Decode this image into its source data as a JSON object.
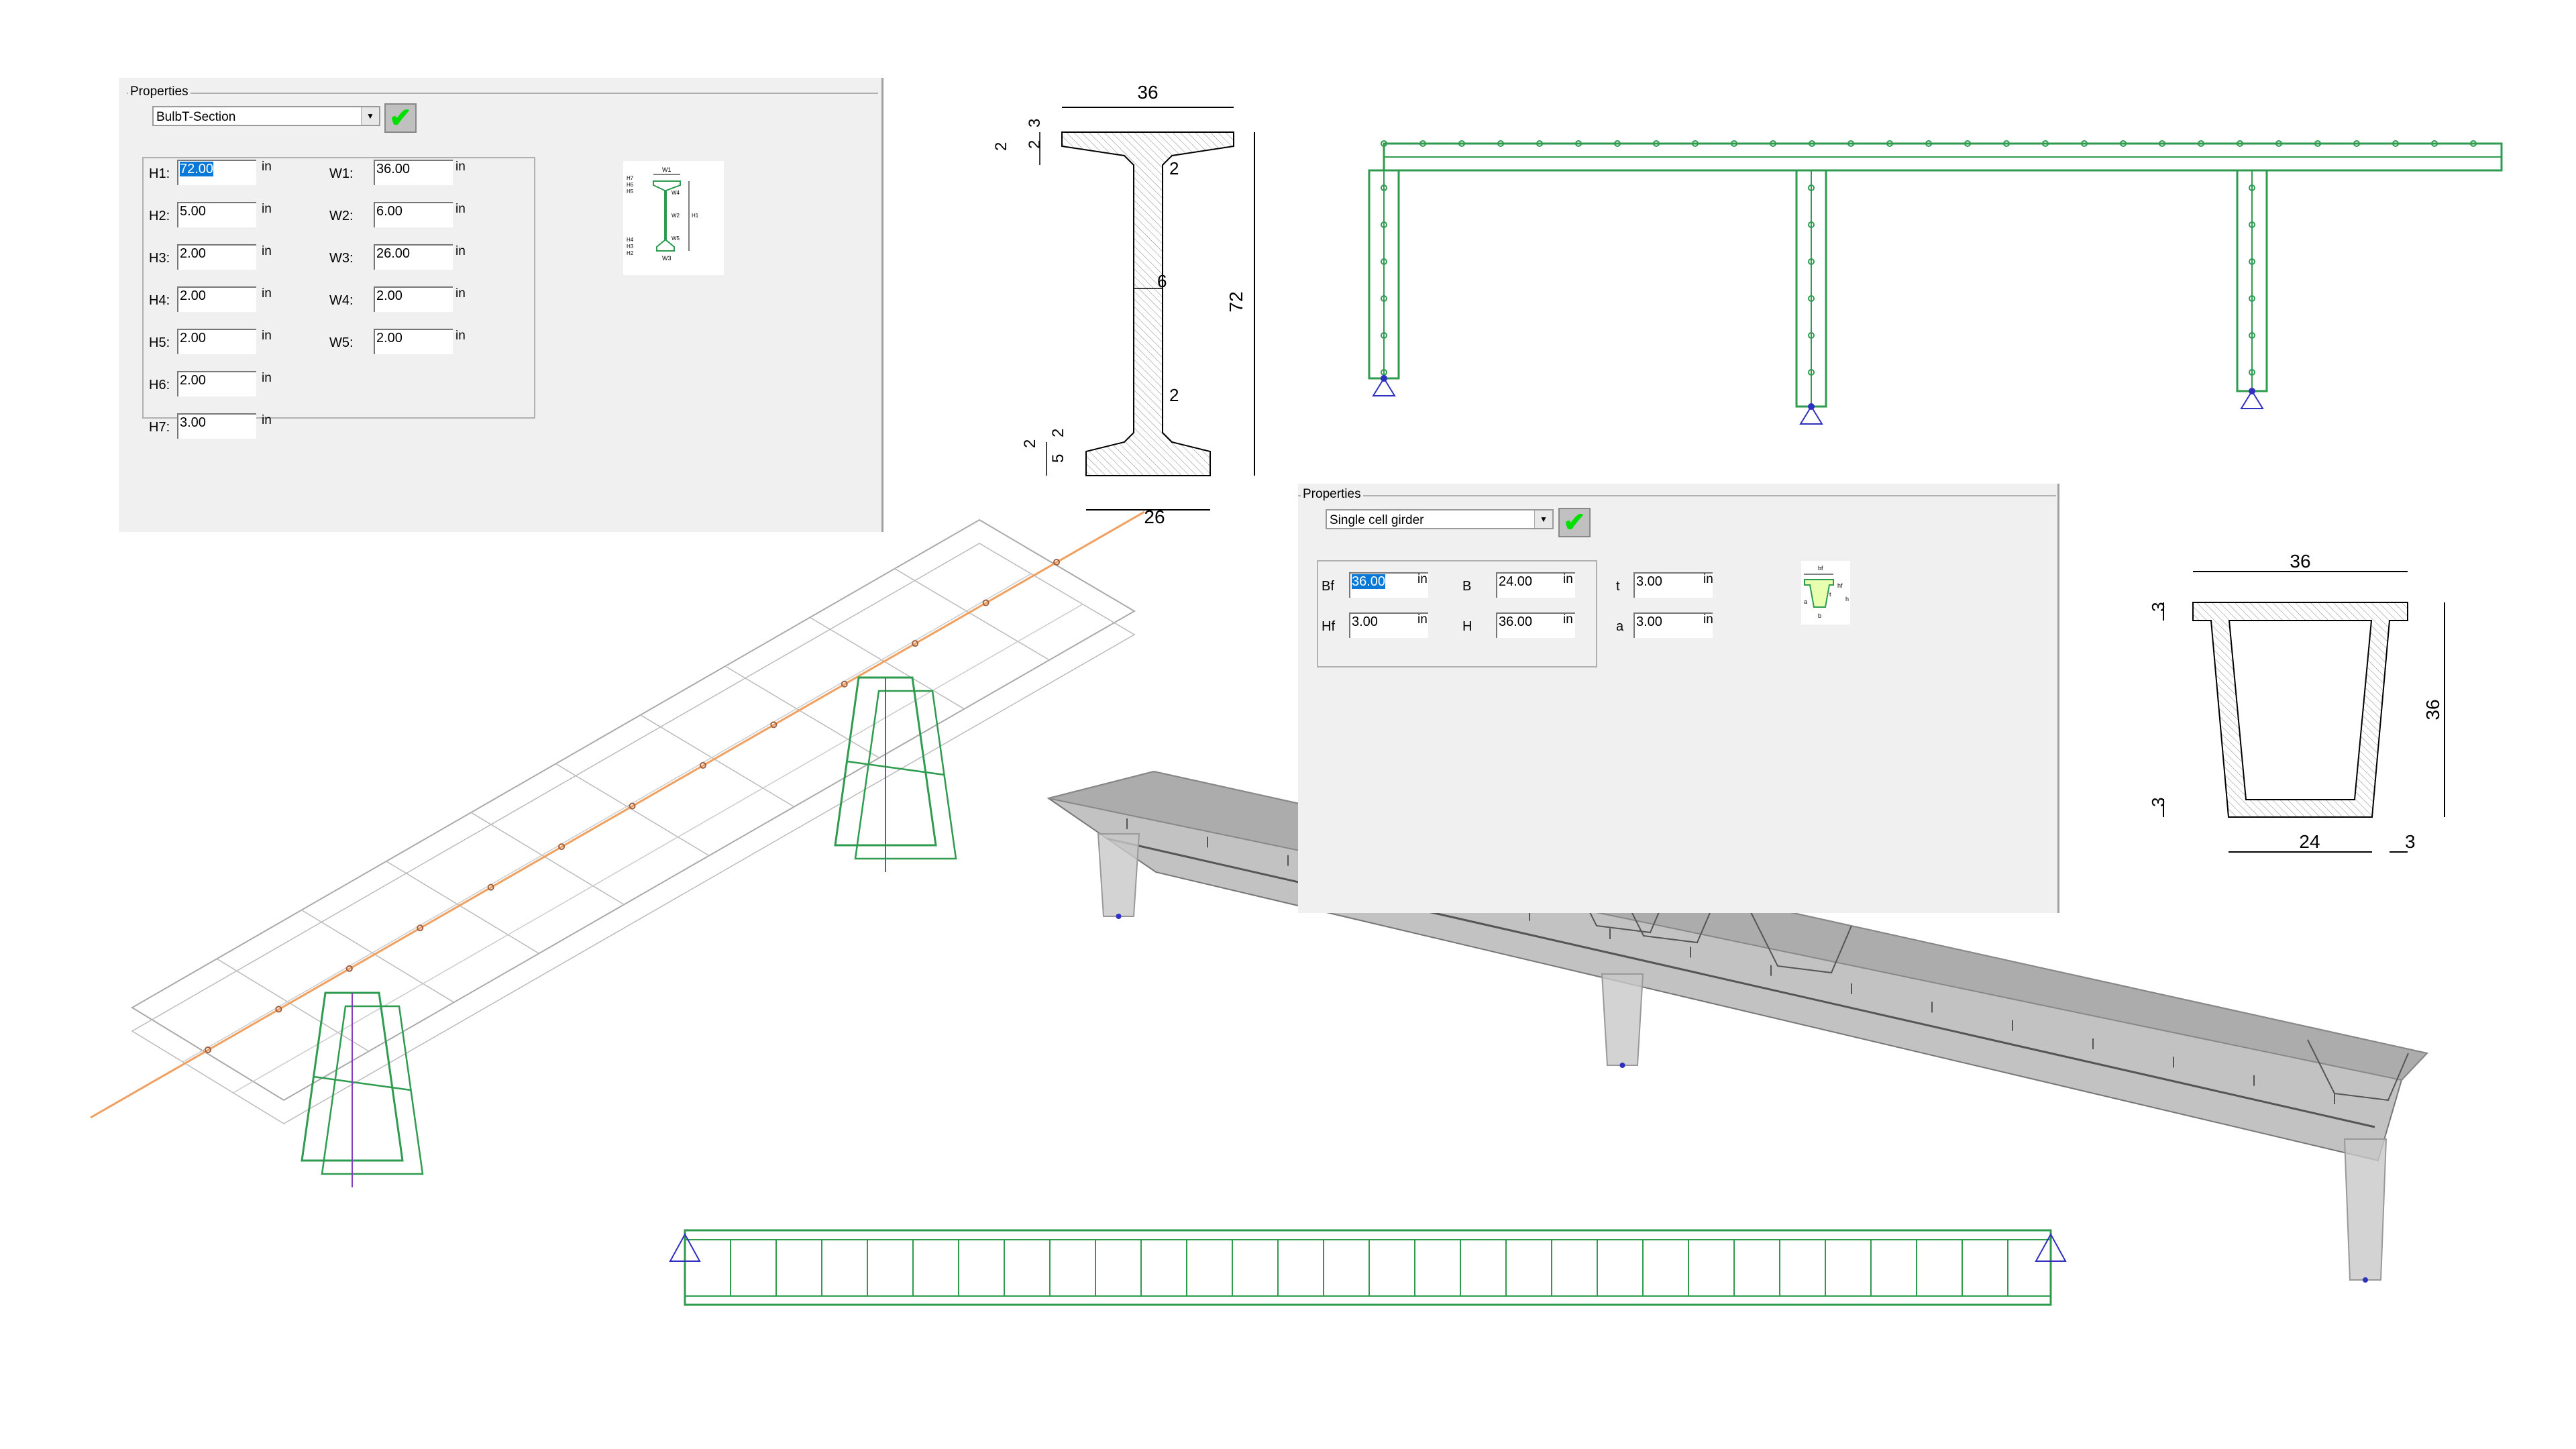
{
  "bulbt_panel": {
    "legend": "Properties",
    "section_type": "BulbT-Section",
    "apply_icon": "checkmark-icon",
    "unit": "in",
    "h_fields": [
      {
        "label": "H1:",
        "value": "72.00"
      },
      {
        "label": "H2:",
        "value": "5.00"
      },
      {
        "label": "H3:",
        "value": "2.00"
      },
      {
        "label": "H4:",
        "value": "2.00"
      },
      {
        "label": "H5:",
        "value": "2.00"
      },
      {
        "label": "H6:",
        "value": "2.00"
      },
      {
        "label": "H7:",
        "value": "3.00"
      }
    ],
    "w_fields": [
      {
        "label": "W1:",
        "value": "36.00"
      },
      {
        "label": "W2:",
        "value": "6.00"
      },
      {
        "label": "W3:",
        "value": "26.00"
      },
      {
        "label": "W4:",
        "value": "2.00"
      },
      {
        "label": "W5:",
        "value": "2.00"
      }
    ],
    "diagram_labels": [
      "W1",
      "H7",
      "H6",
      "H5",
      "W4",
      "W2",
      "H1",
      "H4",
      "H3",
      "H2",
      "W5",
      "W3"
    ]
  },
  "box_panel": {
    "legend": "Properties",
    "section_type": "Single cell girder",
    "apply_icon": "checkmark-icon",
    "unit": "in",
    "fields": [
      {
        "label": "Bf",
        "value": "36.00"
      },
      {
        "label": "B",
        "value": "24.00"
      },
      {
        "label": "t",
        "value": "3.00"
      },
      {
        "label": "Hf",
        "value": "3.00"
      },
      {
        "label": "H",
        "value": "36.00"
      },
      {
        "label": "a",
        "value": "3.00"
      }
    ],
    "diagram_labels": [
      "bf",
      "hf",
      "h",
      "t",
      "a",
      "b"
    ]
  },
  "bulbt_drawing": {
    "top_width": "36",
    "bottom_width": "26",
    "height": "72",
    "web": "6",
    "top_dims": [
      "3",
      "2",
      "2"
    ],
    "web_top": "2",
    "web_bottom": "2",
    "bottom_dims": [
      "2",
      "2",
      "5"
    ]
  },
  "box_drawing": {
    "top_width": "36",
    "height": "36",
    "top_flange": "3",
    "bottom_flange": "3",
    "bottom_width": "24",
    "wall": "3"
  },
  "colors": {
    "member": "#2e9b4f",
    "axis": "#f0a060",
    "support": "#3030c0",
    "panel": "#f0f0f0"
  }
}
